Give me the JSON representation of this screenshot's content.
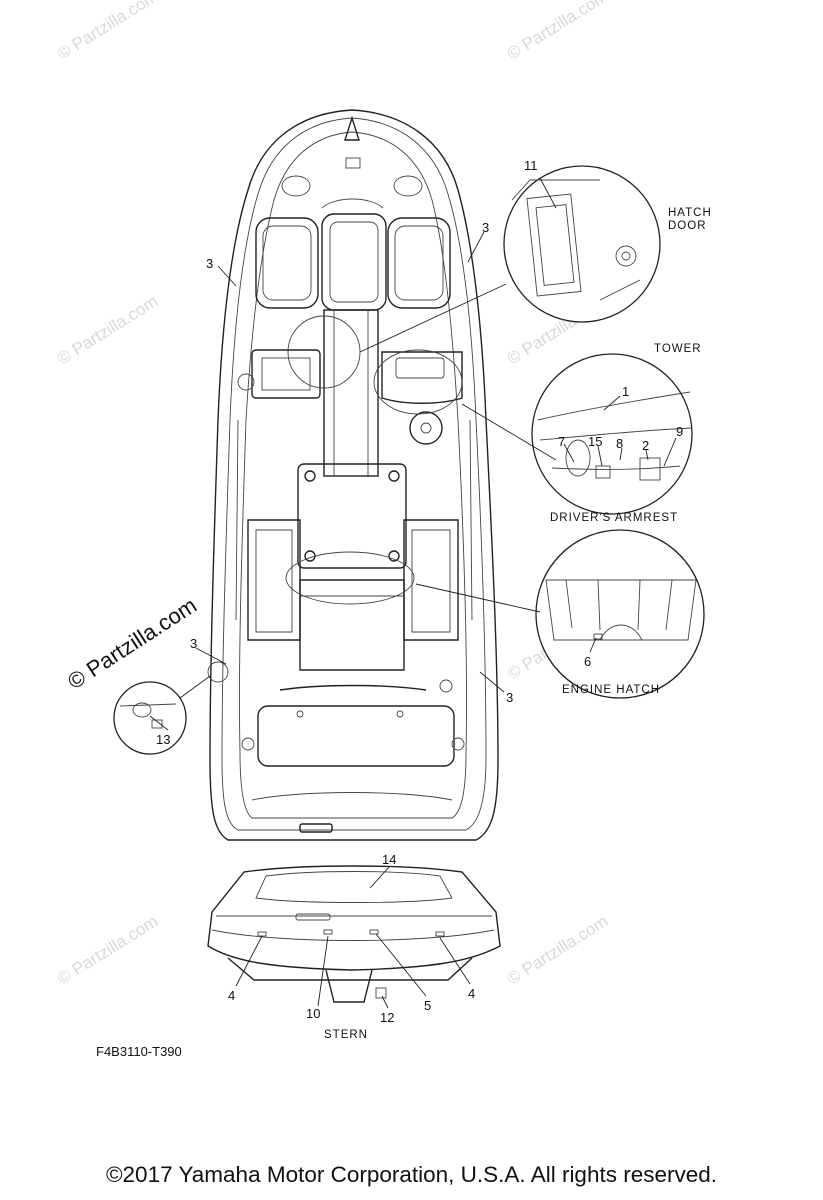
{
  "diagram": {
    "part_code": "F4B3110-T390",
    "callouts": {
      "hatch_door": [
        "HATCH",
        "DOOR"
      ],
      "tower": "TOWER",
      "drivers_armrest": "DRIVER'S ARMREST",
      "engine_hatch": "ENGINE HATCH",
      "stern": "STERN"
    },
    "numbers": {
      "n1": "1",
      "n2": "2",
      "n3": "3",
      "n4": "4",
      "n5": "5",
      "n6": "6",
      "n7": "7",
      "n8": "8",
      "n9": "9",
      "n10": "10",
      "n11": "11",
      "n12": "12",
      "n13": "13",
      "n14": "14",
      "n15": "15"
    },
    "watermark": {
      "small": "© Partzilla.com",
      "large": "© Partzilla.com"
    }
  },
  "footer": {
    "copyright": "©2017  Yamaha Motor Corporation, U.S.A. All rights reserved."
  }
}
